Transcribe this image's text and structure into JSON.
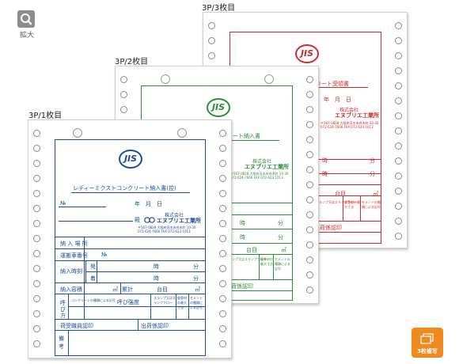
{
  "toolbar": {
    "zoom_label": "拡大"
  },
  "copies": [
    {
      "title": "3P/3枚目",
      "color": "#d12a2a"
    },
    {
      "title": "3P/2枚目",
      "color": "#2e8a3c"
    },
    {
      "title": "3P/1枚目",
      "color": "#1e4a9a"
    }
  ],
  "jis_mark": "JIS",
  "form": {
    "title": "レディーミクストコンクリート納入書(控)",
    "title_short_2": "リート納入書",
    "title_short_3": "リート受領書",
    "no_label": "№",
    "date_label": "年　月　日",
    "to_suffix": "殿",
    "company_kind": "株式会社",
    "company_name": "エヌブリエ工業所",
    "address": "〒567-0828 大阪府茨木市舟木町 10-30",
    "phone": "072-624-7666 FAX 072-633-1013",
    "rows": {
      "place": "納 入 場 所",
      "vehicle": "運搬車番号",
      "vehicle_no": "№",
      "time": "納入時刻",
      "depart": "発",
      "arrive": "着",
      "hour": "時",
      "minute": "分",
      "volume": "納入容積",
      "unit_m3": "㎥",
      "cumulative": "累計",
      "truck_count": "台目",
      "designation": "呼び方",
      "concrete_type": "コンクリートの種類による記号",
      "strength": "呼び強度",
      "slump": "スランプ又はスランプフロー",
      "aggregate": "粗骨材の最大寸法",
      "cement": "セメントの種類による記号",
      "receiver": "荷受職員認印",
      "shipper": "出荷係認印",
      "remarks": "備　考"
    }
  },
  "badge": {
    "label": "3枚複写"
  }
}
